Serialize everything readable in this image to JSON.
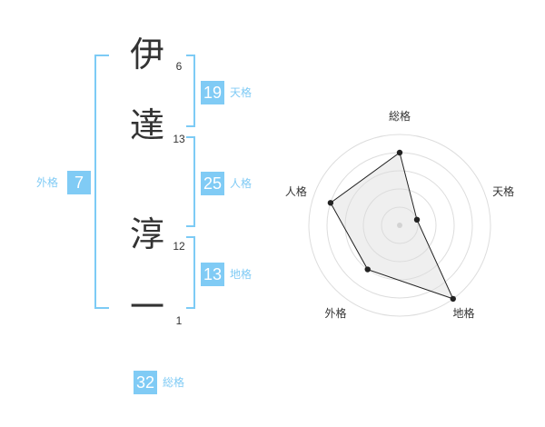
{
  "name": {
    "chars": [
      {
        "char": "伊",
        "strokes": "6"
      },
      {
        "char": "達",
        "strokes": "13"
      },
      {
        "char": "淳",
        "strokes": "12"
      },
      {
        "char": "一",
        "strokes": "1"
      }
    ]
  },
  "kaku": {
    "ten": {
      "value": "19",
      "label": "天格"
    },
    "jin": {
      "value": "25",
      "label": "人格"
    },
    "chi": {
      "value": "13",
      "label": "地格"
    },
    "gai": {
      "value": "7",
      "label": "外格"
    },
    "sou": {
      "value": "32",
      "label": "総格"
    }
  },
  "colors": {
    "accent": "#80cbf5",
    "text": "#333333",
    "radar_fill": "#eeeeee"
  },
  "chart_data": {
    "type": "radar",
    "axes": [
      "総格",
      "天格",
      "地格",
      "外格",
      "人格"
    ],
    "values": [
      4,
      1,
      5,
      3,
      4
    ],
    "range": [
      0,
      5
    ],
    "rings": 5,
    "title": "",
    "xlabel": "",
    "ylabel": ""
  }
}
